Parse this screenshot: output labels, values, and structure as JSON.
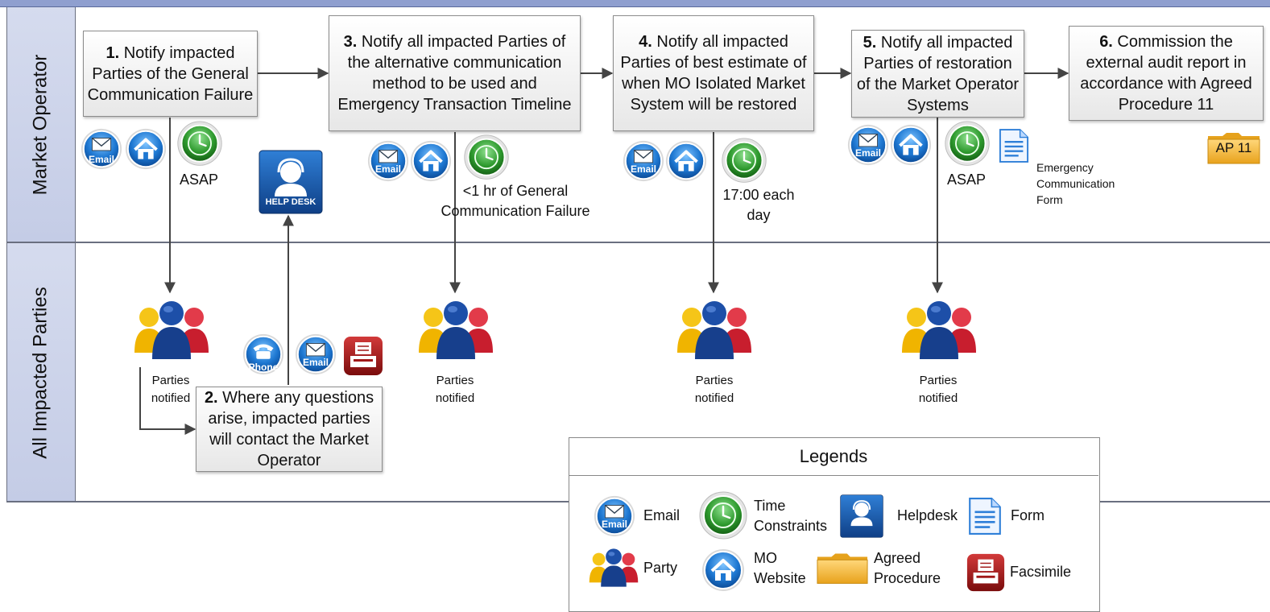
{
  "lanes": {
    "market_operator": "Market Operator",
    "impacted_parties": "All Impacted Parties"
  },
  "steps": {
    "s1": {
      "num": "1.",
      "text": " Notify impacted Parties of the General Communication Failure"
    },
    "s2": {
      "num": "2.",
      "text": " Where any questions arise, impacted parties will contact the Market Operator"
    },
    "s3": {
      "num": "3.",
      "text": " Notify all impacted Parties of the alternative communication method to be used and Emergency Transaction Timeline"
    },
    "s4": {
      "num": "4.",
      "text": " Notify all impacted Parties of best estimate of when MO Isolated Market System will be restored"
    },
    "s5": {
      "num": "5.",
      "text": " Notify all impacted Parties of restoration of the Market Operator  Systems"
    },
    "s6": {
      "num": "6.",
      "text": " Commission the external audit report in accordance with Agreed Procedure 11"
    }
  },
  "timings": {
    "t1": "ASAP",
    "t3": "<1 hr of General Communication Failure",
    "t4": "17:00 each day",
    "t5": "ASAP"
  },
  "icon_labels": {
    "email": "Email",
    "phone": "Phone",
    "helpdesk": "HELP DESK",
    "ap": "AP 11",
    "form_caption": "Emergency Communication Form"
  },
  "parties_notified": "Parties notified",
  "legend": {
    "title": "Legends",
    "email": "Email",
    "time": "Time Constraints",
    "helpdesk": "Helpdesk",
    "form": "Form",
    "party": "Party",
    "website": "MO Website",
    "agreed": "Agreed Procedure",
    "fax": "Facsimile"
  },
  "icons": [
    "email-icon",
    "home-icon",
    "clock-icon",
    "helpdesk-icon",
    "party-icon",
    "phone-icon",
    "fax-icon",
    "form-icon",
    "folder-icon"
  ],
  "colors": {
    "lane_header": "#c9d0e8",
    "topbar": "#8f9fcf",
    "email_blue": "#1e78d2",
    "clock_green": "#2e9a2e",
    "fax_red": "#a01818",
    "folder": "#f2b631"
  }
}
